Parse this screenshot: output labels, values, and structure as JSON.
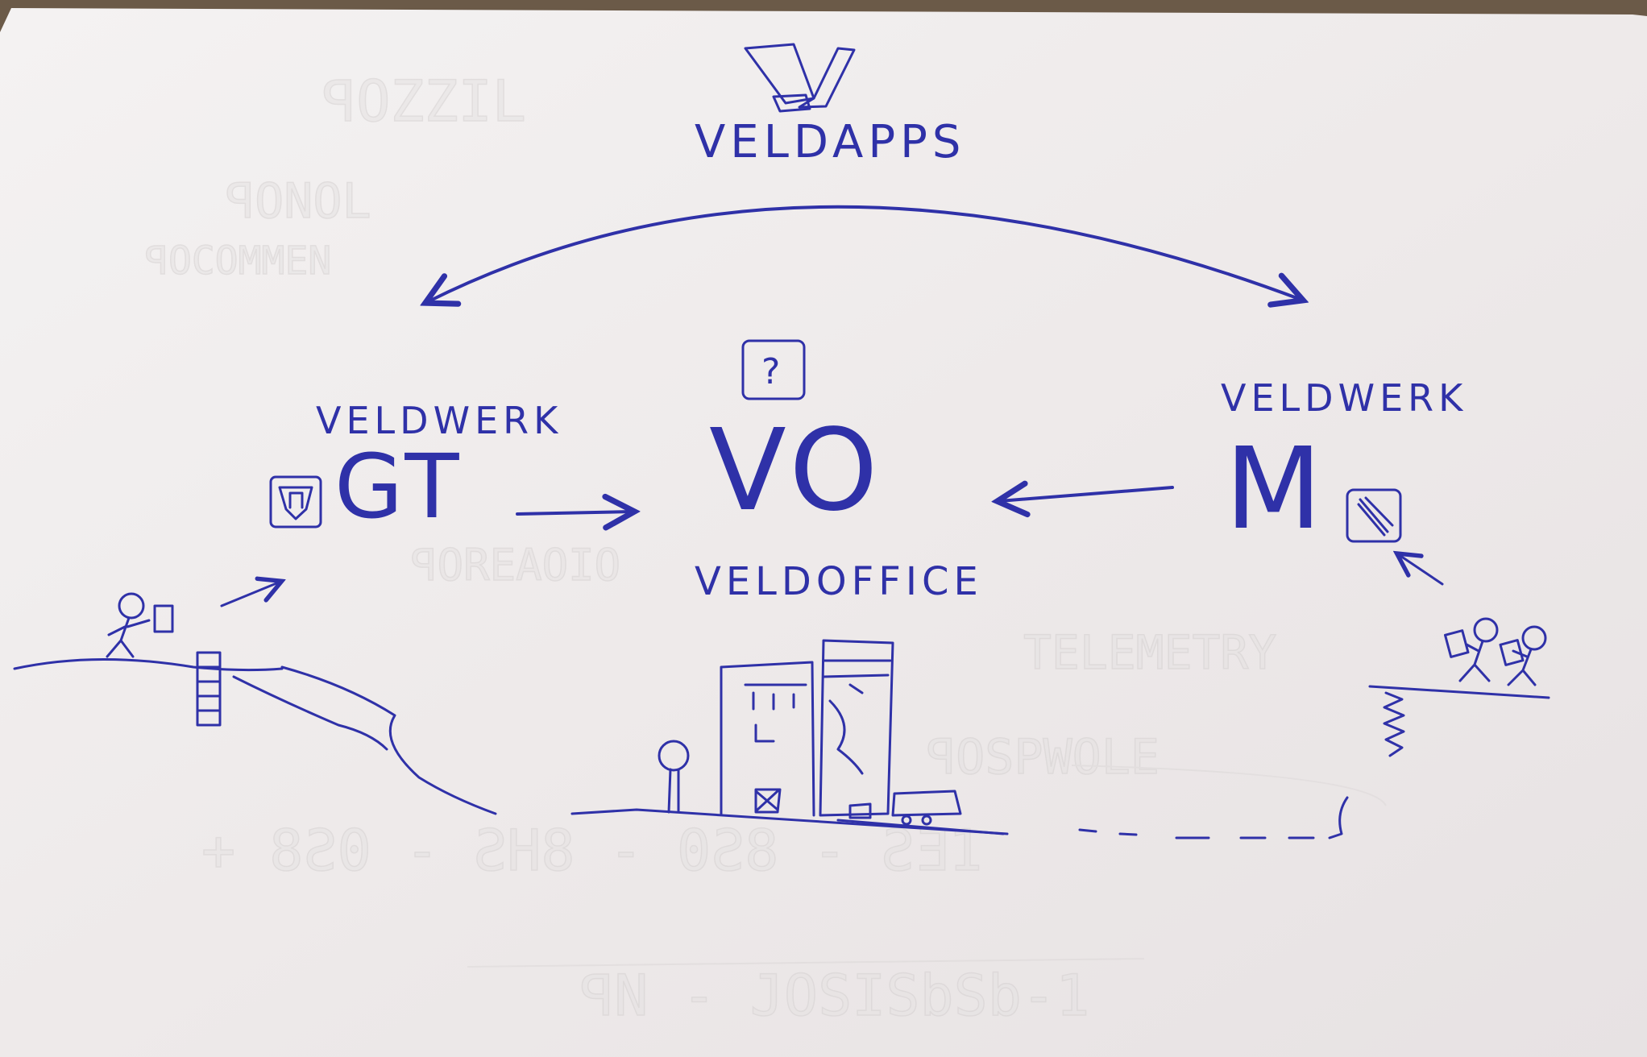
{
  "diagram": {
    "top_title": "VELDAPPS",
    "left_label": "VELDWERK",
    "left_app_code": "GT",
    "center_code": "VO",
    "center_label": "VELDOFFICE",
    "center_question": "?",
    "right_label": "VELDWERK",
    "right_app_code": "M"
  },
  "colors": {
    "ink": "#2f31a8",
    "paper": "#f1eeee",
    "background": "#6b5a48"
  }
}
